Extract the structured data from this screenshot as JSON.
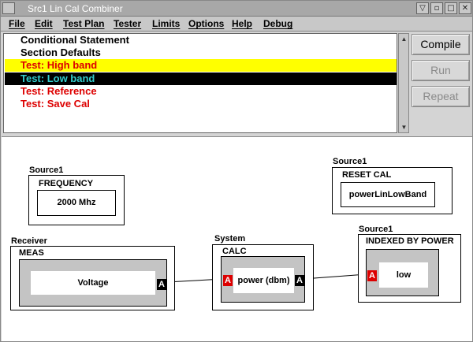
{
  "window": {
    "title": "Src1 Lin Cal Combiner",
    "buttons": [
      "▽",
      "▫",
      "□",
      "✕"
    ]
  },
  "menu": [
    "File",
    "Edit",
    "Test Plan",
    "Tester",
    "Limits",
    "Options",
    "Help",
    "Debug"
  ],
  "list": {
    "items": [
      {
        "label": "Conditional Statement",
        "color": "#000000",
        "bg": "#ffffff"
      },
      {
        "label": "Section Defaults",
        "color": "#000000",
        "bg": "#ffffff"
      },
      {
        "label": "Test: High band",
        "color": "#dd0000",
        "bg": "#ffff00"
      },
      {
        "label": "Test: Low band",
        "color": "#33cccc",
        "bg": "#000000"
      },
      {
        "label": "Test: Reference",
        "color": "#dd0000",
        "bg": "#ffffff"
      },
      {
        "label": "Test: Save Cal",
        "color": "#dd0000",
        "bg": "#ffffff"
      }
    ]
  },
  "buttons": {
    "compile": "Compile",
    "run": "Run",
    "repeat": "Repeat"
  },
  "diagram": {
    "source1_freq": {
      "owner": "Source1",
      "label": "FREQUENCY",
      "value": "2000 Mhz"
    },
    "source1_reset": {
      "owner": "Source1",
      "label": "RESET CAL",
      "value": "powerLinLowBand"
    },
    "receiver": {
      "owner": "Receiver",
      "label": "MEAS",
      "value": "Voltage",
      "port": "A"
    },
    "system": {
      "owner": "System",
      "label": "CALC",
      "value": "power (dbm)",
      "port_in": "A",
      "port_out": "A"
    },
    "source1_indexed": {
      "owner": "Source1",
      "label": "INDEXED BY POWER",
      "value": "low",
      "port": "A"
    }
  }
}
